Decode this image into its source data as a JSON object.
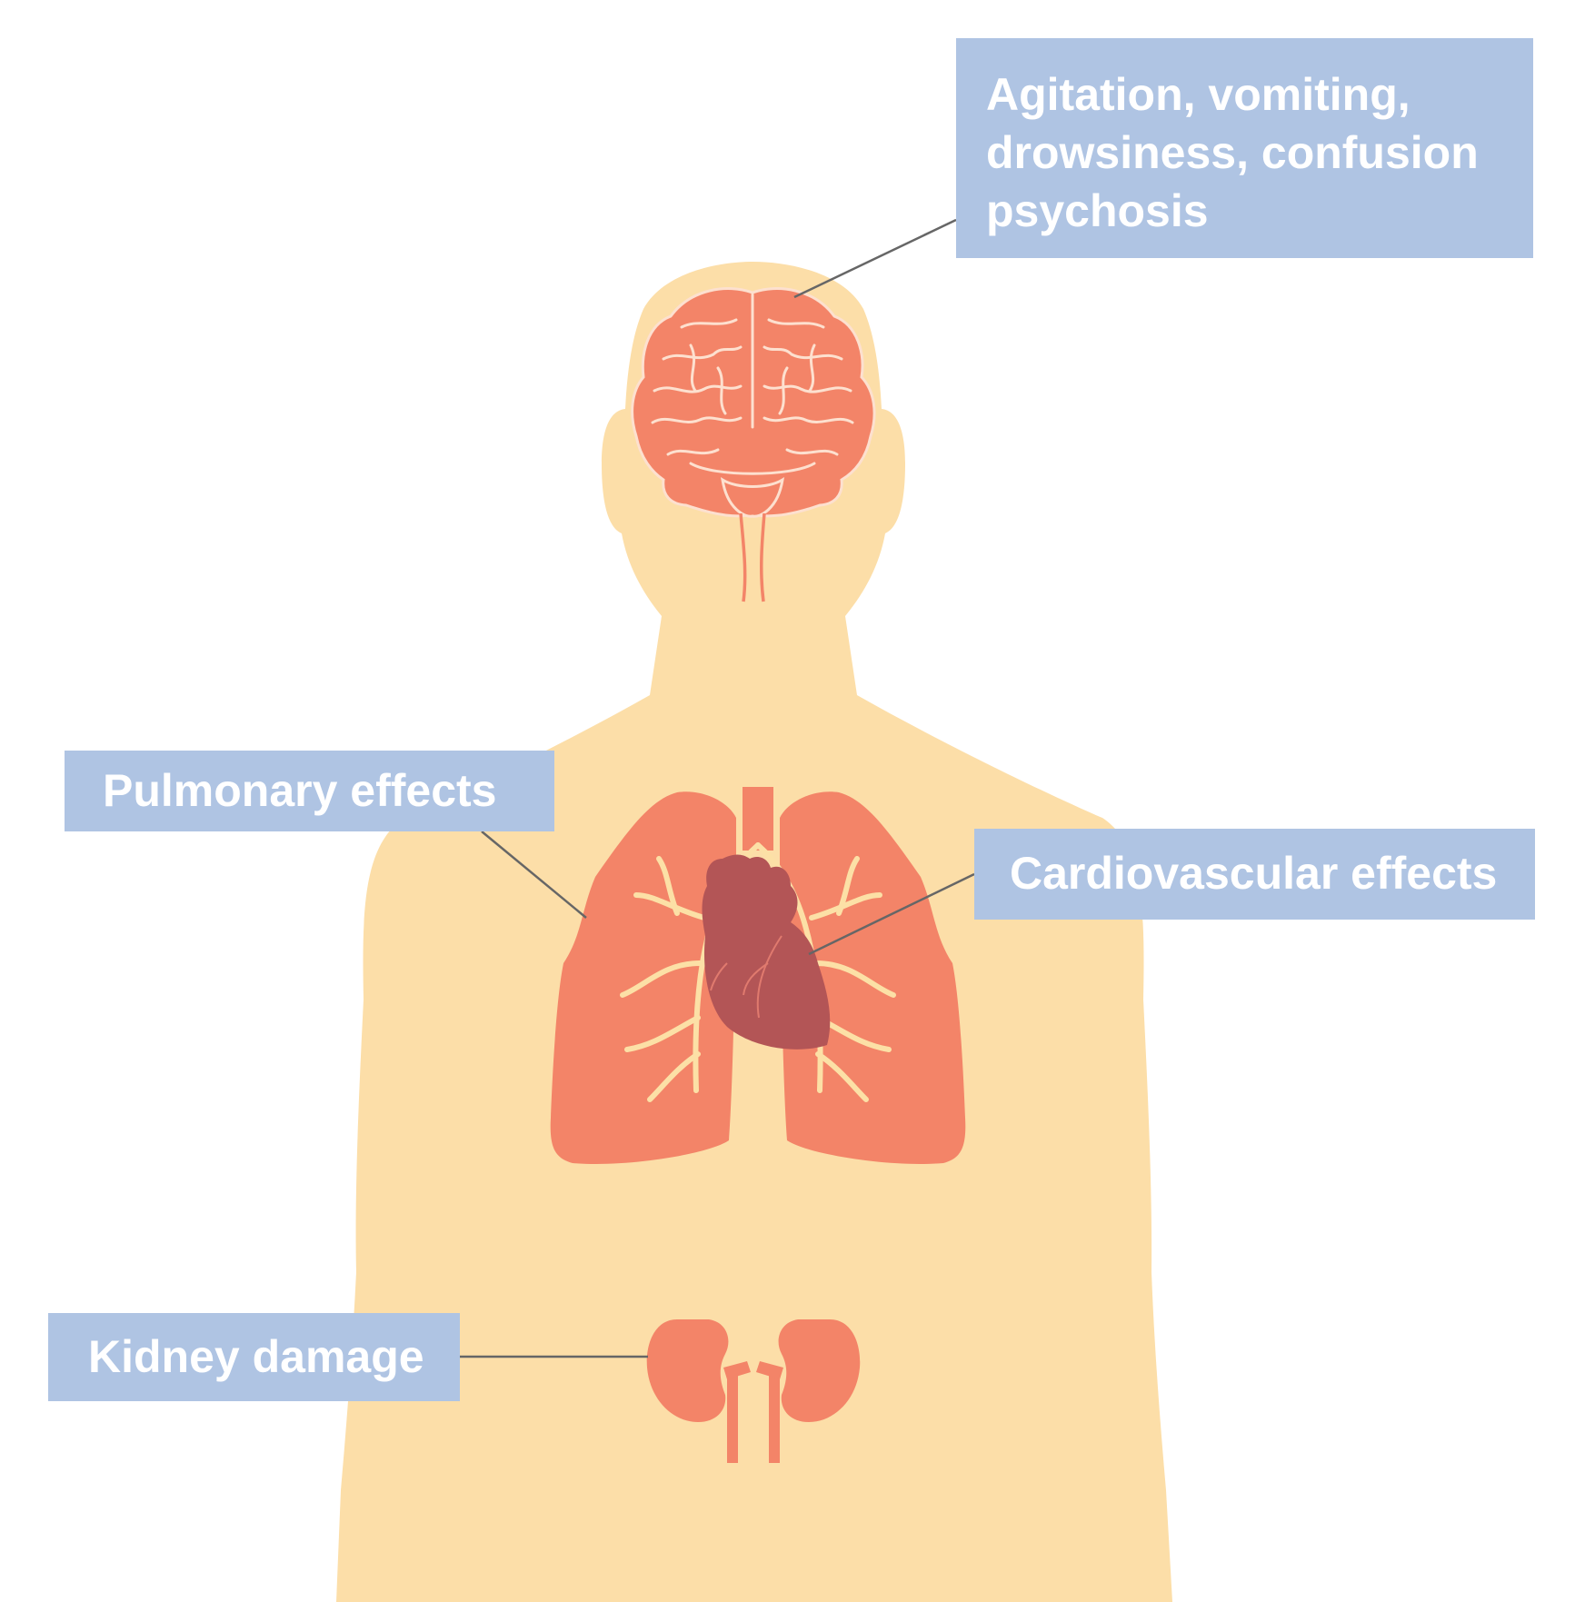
{
  "callouts": {
    "brain": {
      "lines": [
        "Agitation, vomiting,",
        "drowsiness, confusion",
        "psychosis"
      ]
    },
    "lungs": {
      "label": "Pulmonary effects"
    },
    "heart": {
      "label": "Cardiovascular effects"
    },
    "kidney": {
      "label": "Kidney damage"
    }
  },
  "colors": {
    "background": "#ffffff",
    "body": "#fcdea8",
    "organ": "#f38468",
    "organ_outline": "#fde0cf",
    "heart": "#b35556",
    "airways": "#fce0a6",
    "callout_fill": "#afc4e3",
    "callout_text": "#ffffff",
    "leader_line": "#666666"
  }
}
